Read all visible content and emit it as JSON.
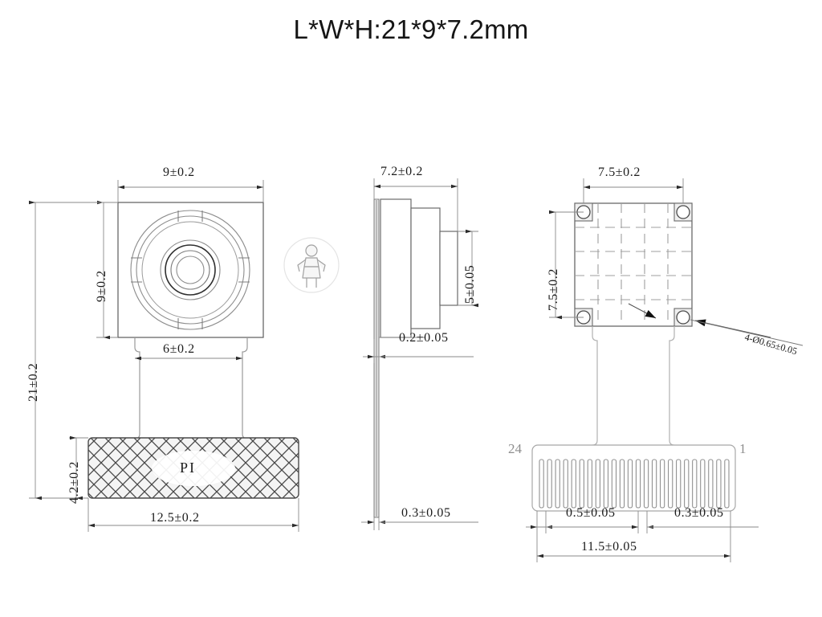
{
  "drawing": {
    "title": "L*W*H:21*9*7.2mm",
    "units": "mm"
  },
  "front_view": {
    "name": "front-view",
    "width_dim": "9±0.2",
    "height_dim": "9±0.2",
    "overall_height_dim": "21±0.2",
    "flex_width_dim": "6±0.2",
    "connector_width_dim": "12.5±0.2",
    "connector_height_dim": "4.2±0.2",
    "connector_label": "PI",
    "watermark_icon": "person-figure-icon"
  },
  "side_view": {
    "name": "side-view",
    "total_width_dim": "7.2±0.2",
    "barrel_height_dim": "5±0.05",
    "board_thickness_dim": "0.2±0.05",
    "flex_thickness_dim": "0.3±0.05"
  },
  "back_view": {
    "name": "back-view",
    "hole_pitch_x_dim": "7.5±0.2",
    "hole_pitch_y_dim": "7.5±0.2",
    "hole_callout": "4-Ø0.65±0.05",
    "pin_first_label": "1",
    "pin_last_label": "24",
    "pad_pitch_dim": "0.5±0.05",
    "pad_width_dim": "0.3±0.05",
    "pad_span_dim": "11.5±0.05",
    "pin_count": 24
  },
  "colors": {
    "line": "#3a3a3a",
    "light_line": "#9a9a9a",
    "dim_line": "#8a8a8a",
    "fill": "#f3f3f3",
    "text": "#1c1c1c"
  }
}
